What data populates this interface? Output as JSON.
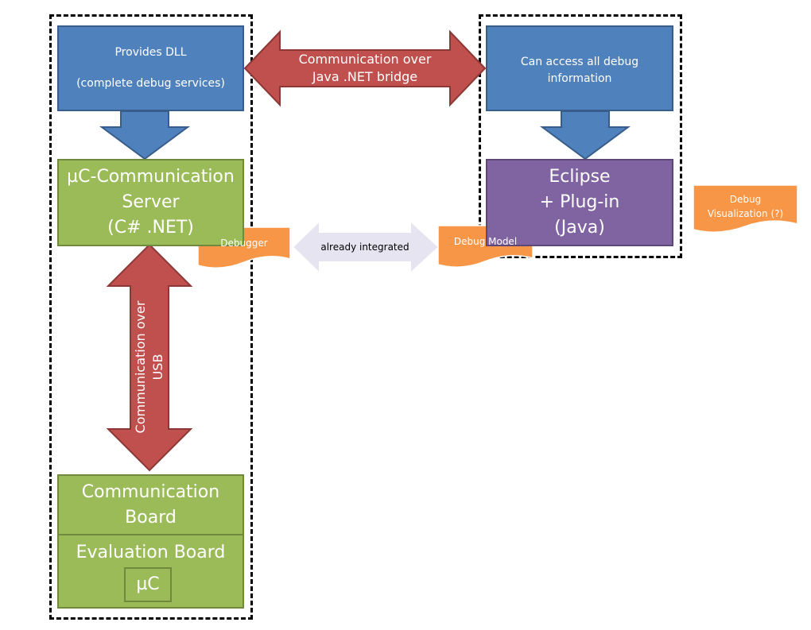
{
  "colors": {
    "blue": "#4f81bd",
    "green": "#9bbb59",
    "purple": "#8064a2",
    "red_arrow": "#c0504d",
    "orange_note": "#f79646",
    "light_arrow": "#e6e4f0"
  },
  "left_group": {
    "dll_box": {
      "line1": "Provides DLL",
      "line2": "(complete debug services)"
    },
    "server_box": {
      "line1": "µC-Communication",
      "line2": "Server",
      "line3": "(C# .NET)"
    },
    "comm_board": {
      "line1": "Communication",
      "line2": "Board"
    },
    "eval_board": {
      "label": "Evaluation Board",
      "chip": "µC"
    }
  },
  "right_group": {
    "debug_info_box": {
      "line1": "Can access all debug",
      "line2": "information"
    },
    "eclipse_box": {
      "line1": "Eclipse",
      "line2": "+ Plug-in",
      "line3": "(Java)"
    }
  },
  "arrows": {
    "bridge": {
      "line1": "Communication over",
      "line2": "Java .NET bridge"
    },
    "usb": {
      "line1": "Communication over",
      "line2": "USB"
    },
    "integrated": {
      "label": "already integrated"
    }
  },
  "notes": {
    "debugger": "Debugger",
    "debug_model": "Debug Model",
    "debug_visualization": {
      "line1": "Debug",
      "line2": "Visualization (?)"
    }
  }
}
